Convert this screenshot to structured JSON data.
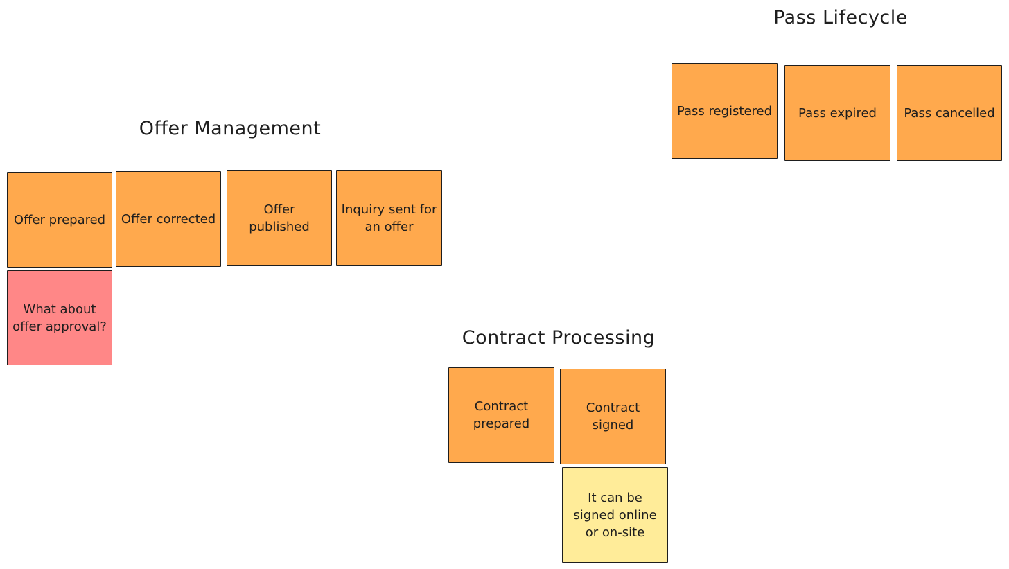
{
  "colors": {
    "event": "#ffa94d",
    "question": "#ff8787",
    "note": "#ffec99",
    "stroke": "#1e1e1e"
  },
  "groups": {
    "offer_management": {
      "title": "Offer Management",
      "events": [
        "Offer prepared",
        "Offer corrected",
        "Offer published",
        "Inquiry sent for an offer"
      ],
      "question": "What about offer approval?"
    },
    "pass_lifecycle": {
      "title": "Pass Lifecycle",
      "events": [
        "Pass registered",
        "Pass expired",
        "Pass cancelled"
      ]
    },
    "contract_processing": {
      "title": "Contract Processing",
      "events": [
        "Contract prepared",
        "Contract signed"
      ],
      "note": "It can be signed online or on-site"
    }
  }
}
